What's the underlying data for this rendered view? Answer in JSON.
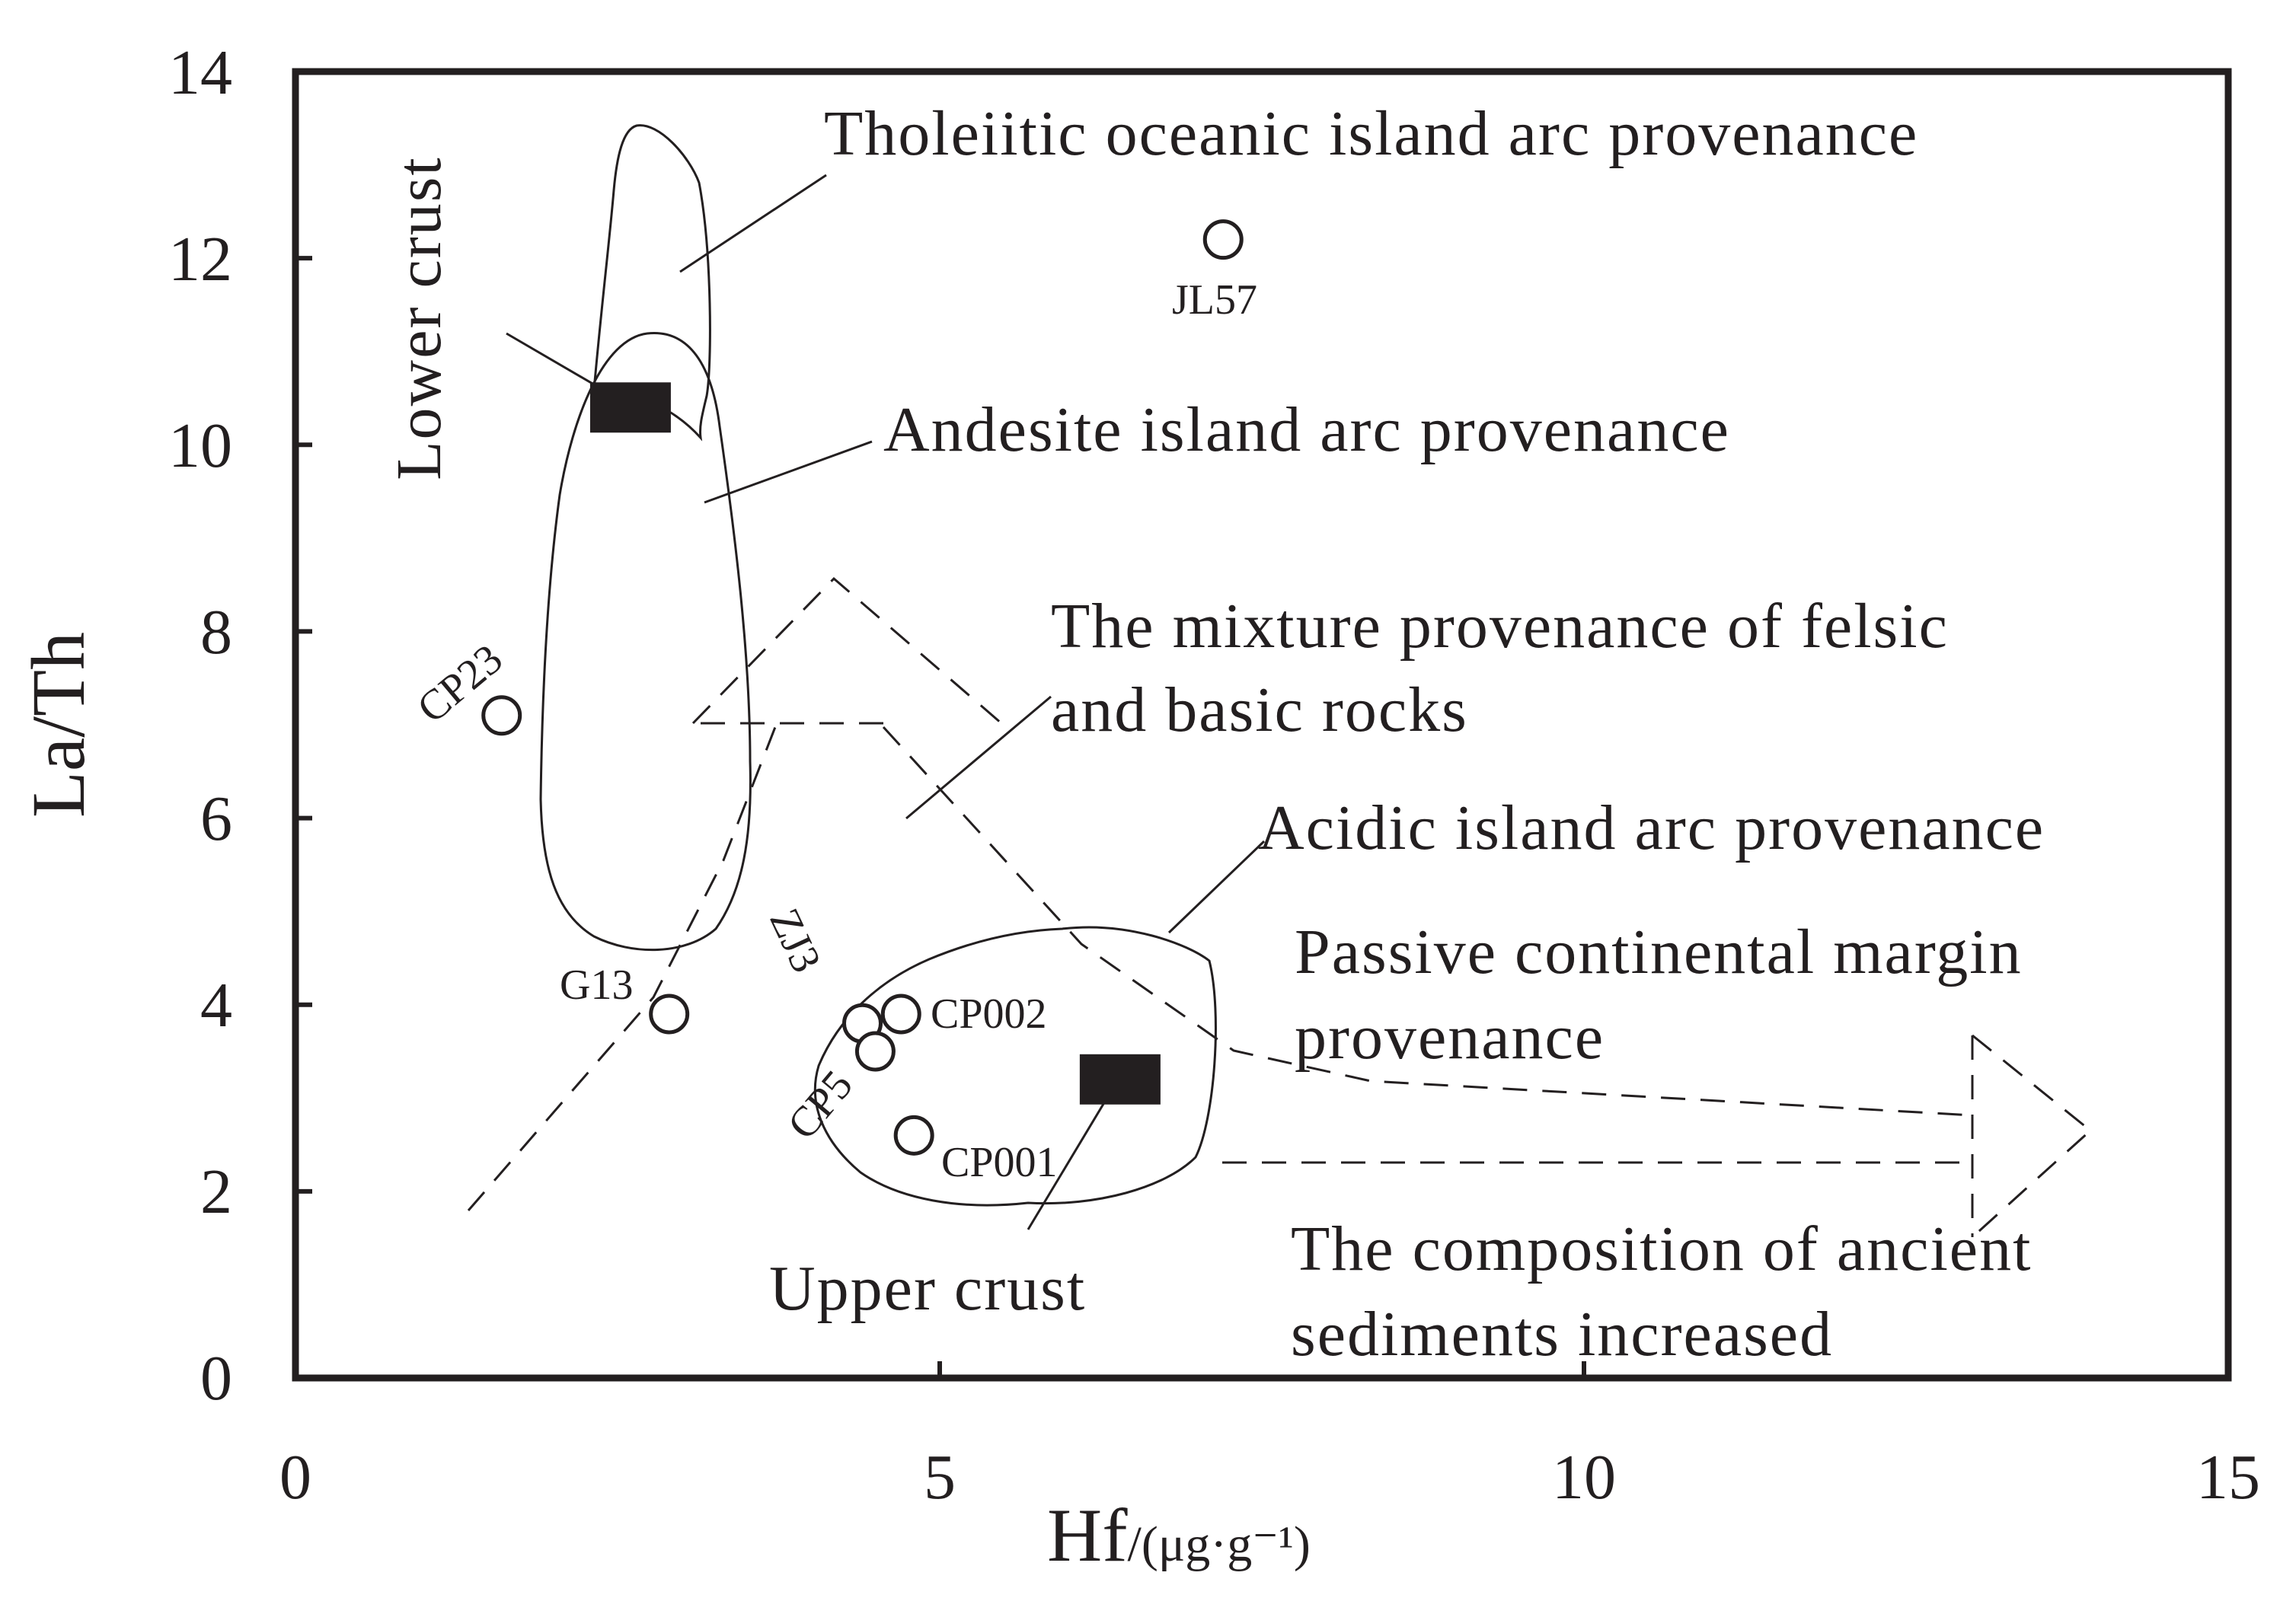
{
  "chart_data": {
    "type": "scatter",
    "xlabel": "Hf",
    "xlabel_unit": "/(μg·g⁻¹)",
    "ylabel": "La/Th",
    "xlim": [
      0,
      15
    ],
    "ylim": [
      0,
      14
    ],
    "x_ticks": [
      "0",
      "5",
      "10",
      "15"
    ],
    "y_ticks": [
      "0",
      "2",
      "4",
      "6",
      "8",
      "10",
      "12",
      "14"
    ],
    "grid": false,
    "samples": [
      {
        "label": "JL57",
        "x": 7.2,
        "y": 12.2
      },
      {
        "label": "CP23",
        "x": 1.6,
        "y": 7.1
      },
      {
        "label": "G13",
        "x": 2.9,
        "y": 3.9
      },
      {
        "label": "ZJ3",
        "x": 4.4,
        "y": 3.8
      },
      {
        "label": "CP002",
        "x": 4.7,
        "y": 3.9
      },
      {
        "label": "CP5",
        "x": 4.5,
        "y": 3.5
      },
      {
        "label": "CP001",
        "x": 4.8,
        "y": 2.6
      }
    ],
    "reference_points": [
      {
        "label": "Lower crust",
        "x": 2.6,
        "y": 10.4
      },
      {
        "label": "Upper crust",
        "x": 6.4,
        "y": 3.2
      }
    ],
    "field_labels": {
      "tholeiitic": "Tholeiitic oceanic island arc provenance",
      "andesite": "Andesite island arc provenance",
      "mixture_line1": "The mixture provenance of felsic",
      "mixture_line2": "and basic rocks",
      "acidic": "Acidic island arc provenance",
      "passive_line1": "Passive continental margin",
      "passive_line2": "provenance",
      "ancient_line1": "The composition of ancient",
      "ancient_line2": "sediments increased"
    }
  }
}
